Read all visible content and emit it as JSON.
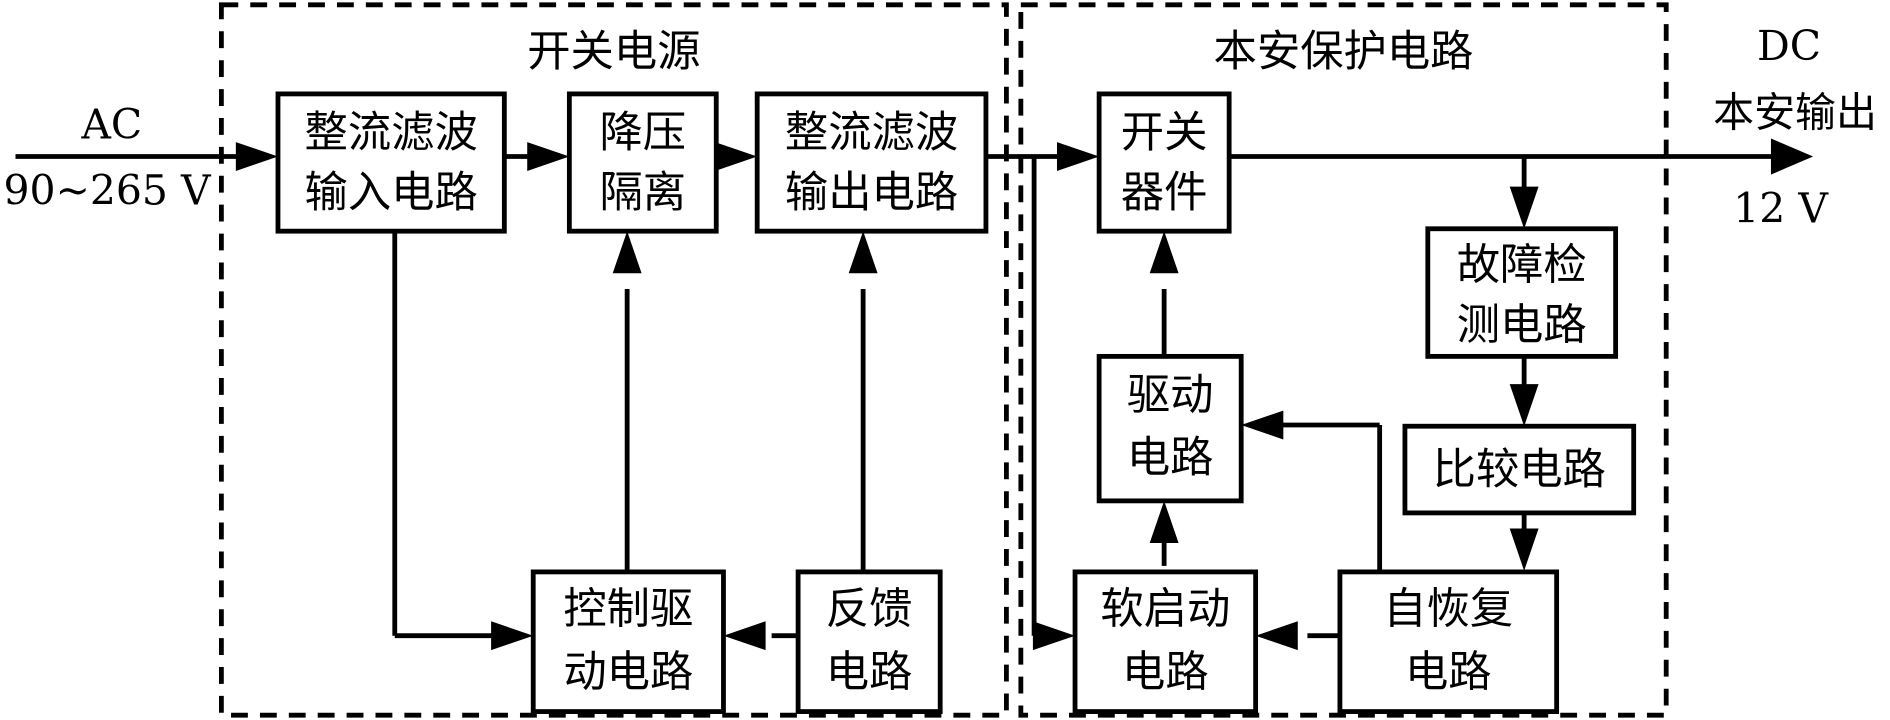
{
  "groups": {
    "smps": {
      "label": "开关电源"
    },
    "safety": {
      "label": "本安保护电路"
    }
  },
  "input": {
    "type": "AC",
    "range": "90~265 V"
  },
  "output": {
    "type": "DC",
    "label": "本安输出",
    "voltage": "12 V"
  },
  "blocks": {
    "rect_in": {
      "line1": "整流滤波",
      "line2": "输入电路"
    },
    "stepdown": {
      "line1": "降压",
      "line2": "隔离"
    },
    "rect_out": {
      "line1": "整流滤波",
      "line2": "输出电路"
    },
    "ctrl": {
      "line1": "控制驱",
      "line2": "动电路"
    },
    "feedback": {
      "line1": "反馈",
      "line2": "电路"
    },
    "switch": {
      "line1": "开关",
      "line2": "器件"
    },
    "drive": {
      "line1": "驱动",
      "line2": "电路"
    },
    "softstart": {
      "line1": "软启动",
      "line2": "电路"
    },
    "fault": {
      "line1": "故障检",
      "line2": "测电路"
    },
    "compare": {
      "line1": "比较电路"
    },
    "recover": {
      "line1": "自恢复",
      "line2": "电路"
    }
  }
}
